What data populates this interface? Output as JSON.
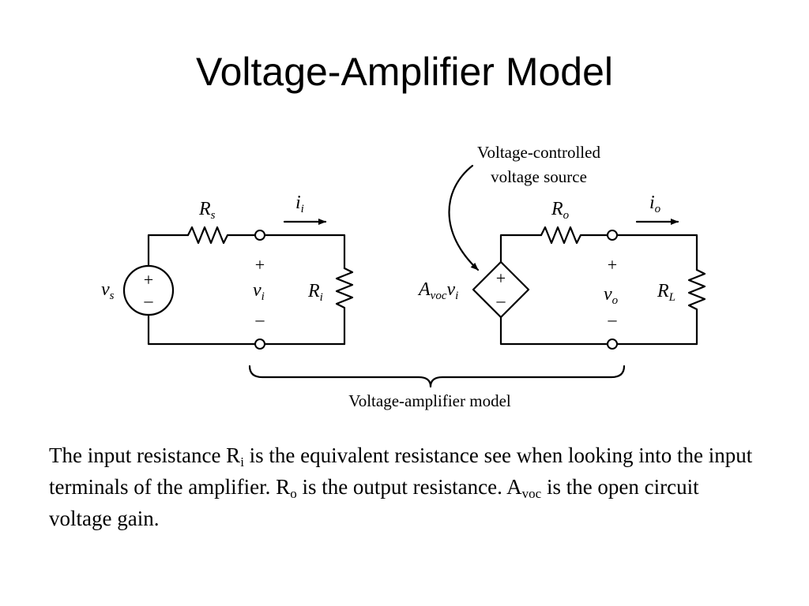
{
  "title": "Voltage-Amplifier Model",
  "diagram": {
    "callout_line1": "Voltage-controlled",
    "callout_line2": "voltage source",
    "brace_label": "Voltage-amplifier model",
    "vs": {
      "main": "v",
      "sub": "s"
    },
    "rs": {
      "main": "R",
      "sub": "s"
    },
    "ii": {
      "main": "i",
      "sub": "i"
    },
    "vi": {
      "main": "v",
      "sub": "i"
    },
    "ri": {
      "main": "R",
      "sub": "i"
    },
    "ro": {
      "main": "R",
      "sub": "o"
    },
    "io": {
      "main": "i",
      "sub": "o"
    },
    "vo": {
      "main": "v",
      "sub": "o"
    },
    "rl": {
      "main": "R",
      "sub": "L"
    },
    "gain": {
      "a": "A",
      "a_sub": "voc",
      "v": "v",
      "v_sub": "i"
    },
    "plus": "+",
    "minus": "–"
  },
  "caption": {
    "p1": "The input resistance R",
    "ri_sub": "i",
    "p2": " is the equivalent resistance see when looking into the input terminals of the amplifier.  R",
    "ro_sub": "o",
    "p3": " is the output resistance. A",
    "a_sub": "voc",
    "p4": " is the open circuit voltage gain."
  }
}
